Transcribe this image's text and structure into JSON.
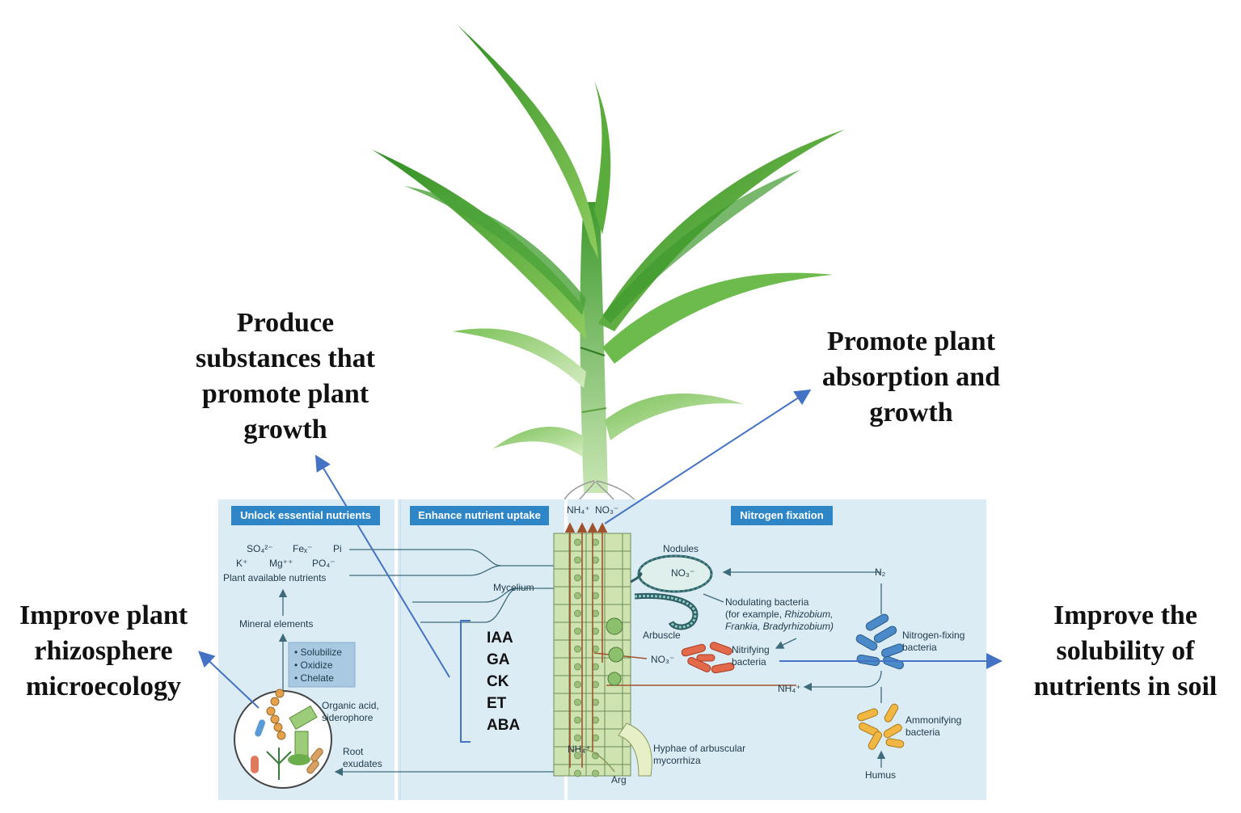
{
  "callouts": {
    "produce": [
      "Produce",
      "substances that",
      "promote plant",
      "growth"
    ],
    "promote": [
      "Promote plant",
      "absorption and",
      "growth"
    ],
    "rhizosphere": [
      "Improve plant",
      "rhizosphere",
      "microecology"
    ],
    "solubility": [
      "Improve the",
      "solubility of",
      "nutrients in soil"
    ]
  },
  "panels": {
    "unlock": "Unlock essential nutrients",
    "enhance": "Enhance nutrient uptake",
    "nitrogen": "Nitrogen fixation"
  },
  "nutrients": {
    "so4": "SO₄²⁻",
    "fe": "Feₓ⁻",
    "pi": "Pi",
    "k": "K⁺",
    "mg": "Mg⁺⁺",
    "po4": "PO₄⁻",
    "plant_available": "Plant available nutrients"
  },
  "labels": {
    "mineral_elements": "Mineral elements",
    "solubilize": "Solubilize",
    "oxidize": "Oxidize",
    "chelate": "Chelate",
    "organic_acid": "Organic acid,",
    "siderophore": "siderophore",
    "root": "Root",
    "exudates": "exudates",
    "mycelium": "Mycelium",
    "nh4_top": "NH₄⁺",
    "no3_top": "NO₃⁻",
    "nodules": "Nodules",
    "no3_nodule": "NO₃⁻",
    "nodulating_bacteria": "Nodulating bacteria",
    "nodulating_example_prefix": "(for example,",
    "rhizobium": "Rhizobium,",
    "frankia": "Frankia, Bradyrhizobium)",
    "n2": "N₂",
    "arbuscle": "Arbuscle",
    "nitrogen_fixing": "Nitrogen-fixing",
    "nitrogen_fixing_2": "bacteria",
    "no3_mid": "NO₃⁻",
    "nitrifying": "Nitrifying",
    "nitrifying_2": "bacteria",
    "nh4_mid": "NH₄⁺",
    "ammonifying": "Ammonifying",
    "ammonifying_2": "bacteria",
    "hyphae": "Hyphae of arbuscular",
    "hyphae_2": "mycorrhiza",
    "nh4_bottom": "NH₄⁺",
    "arg": "Arg",
    "humus": "Humus"
  },
  "hormones": [
    "IAA",
    "GA",
    "CK",
    "ET",
    "ABA"
  ],
  "colors": {
    "panel_bg": "#dcecf5",
    "header_blue": "#2f86c6",
    "arrow_blue": "#4472c4",
    "leaf_green": "#3a9a2c",
    "root_cell": "#cfe3b0",
    "pathway_line": "#3d6b7a"
  }
}
